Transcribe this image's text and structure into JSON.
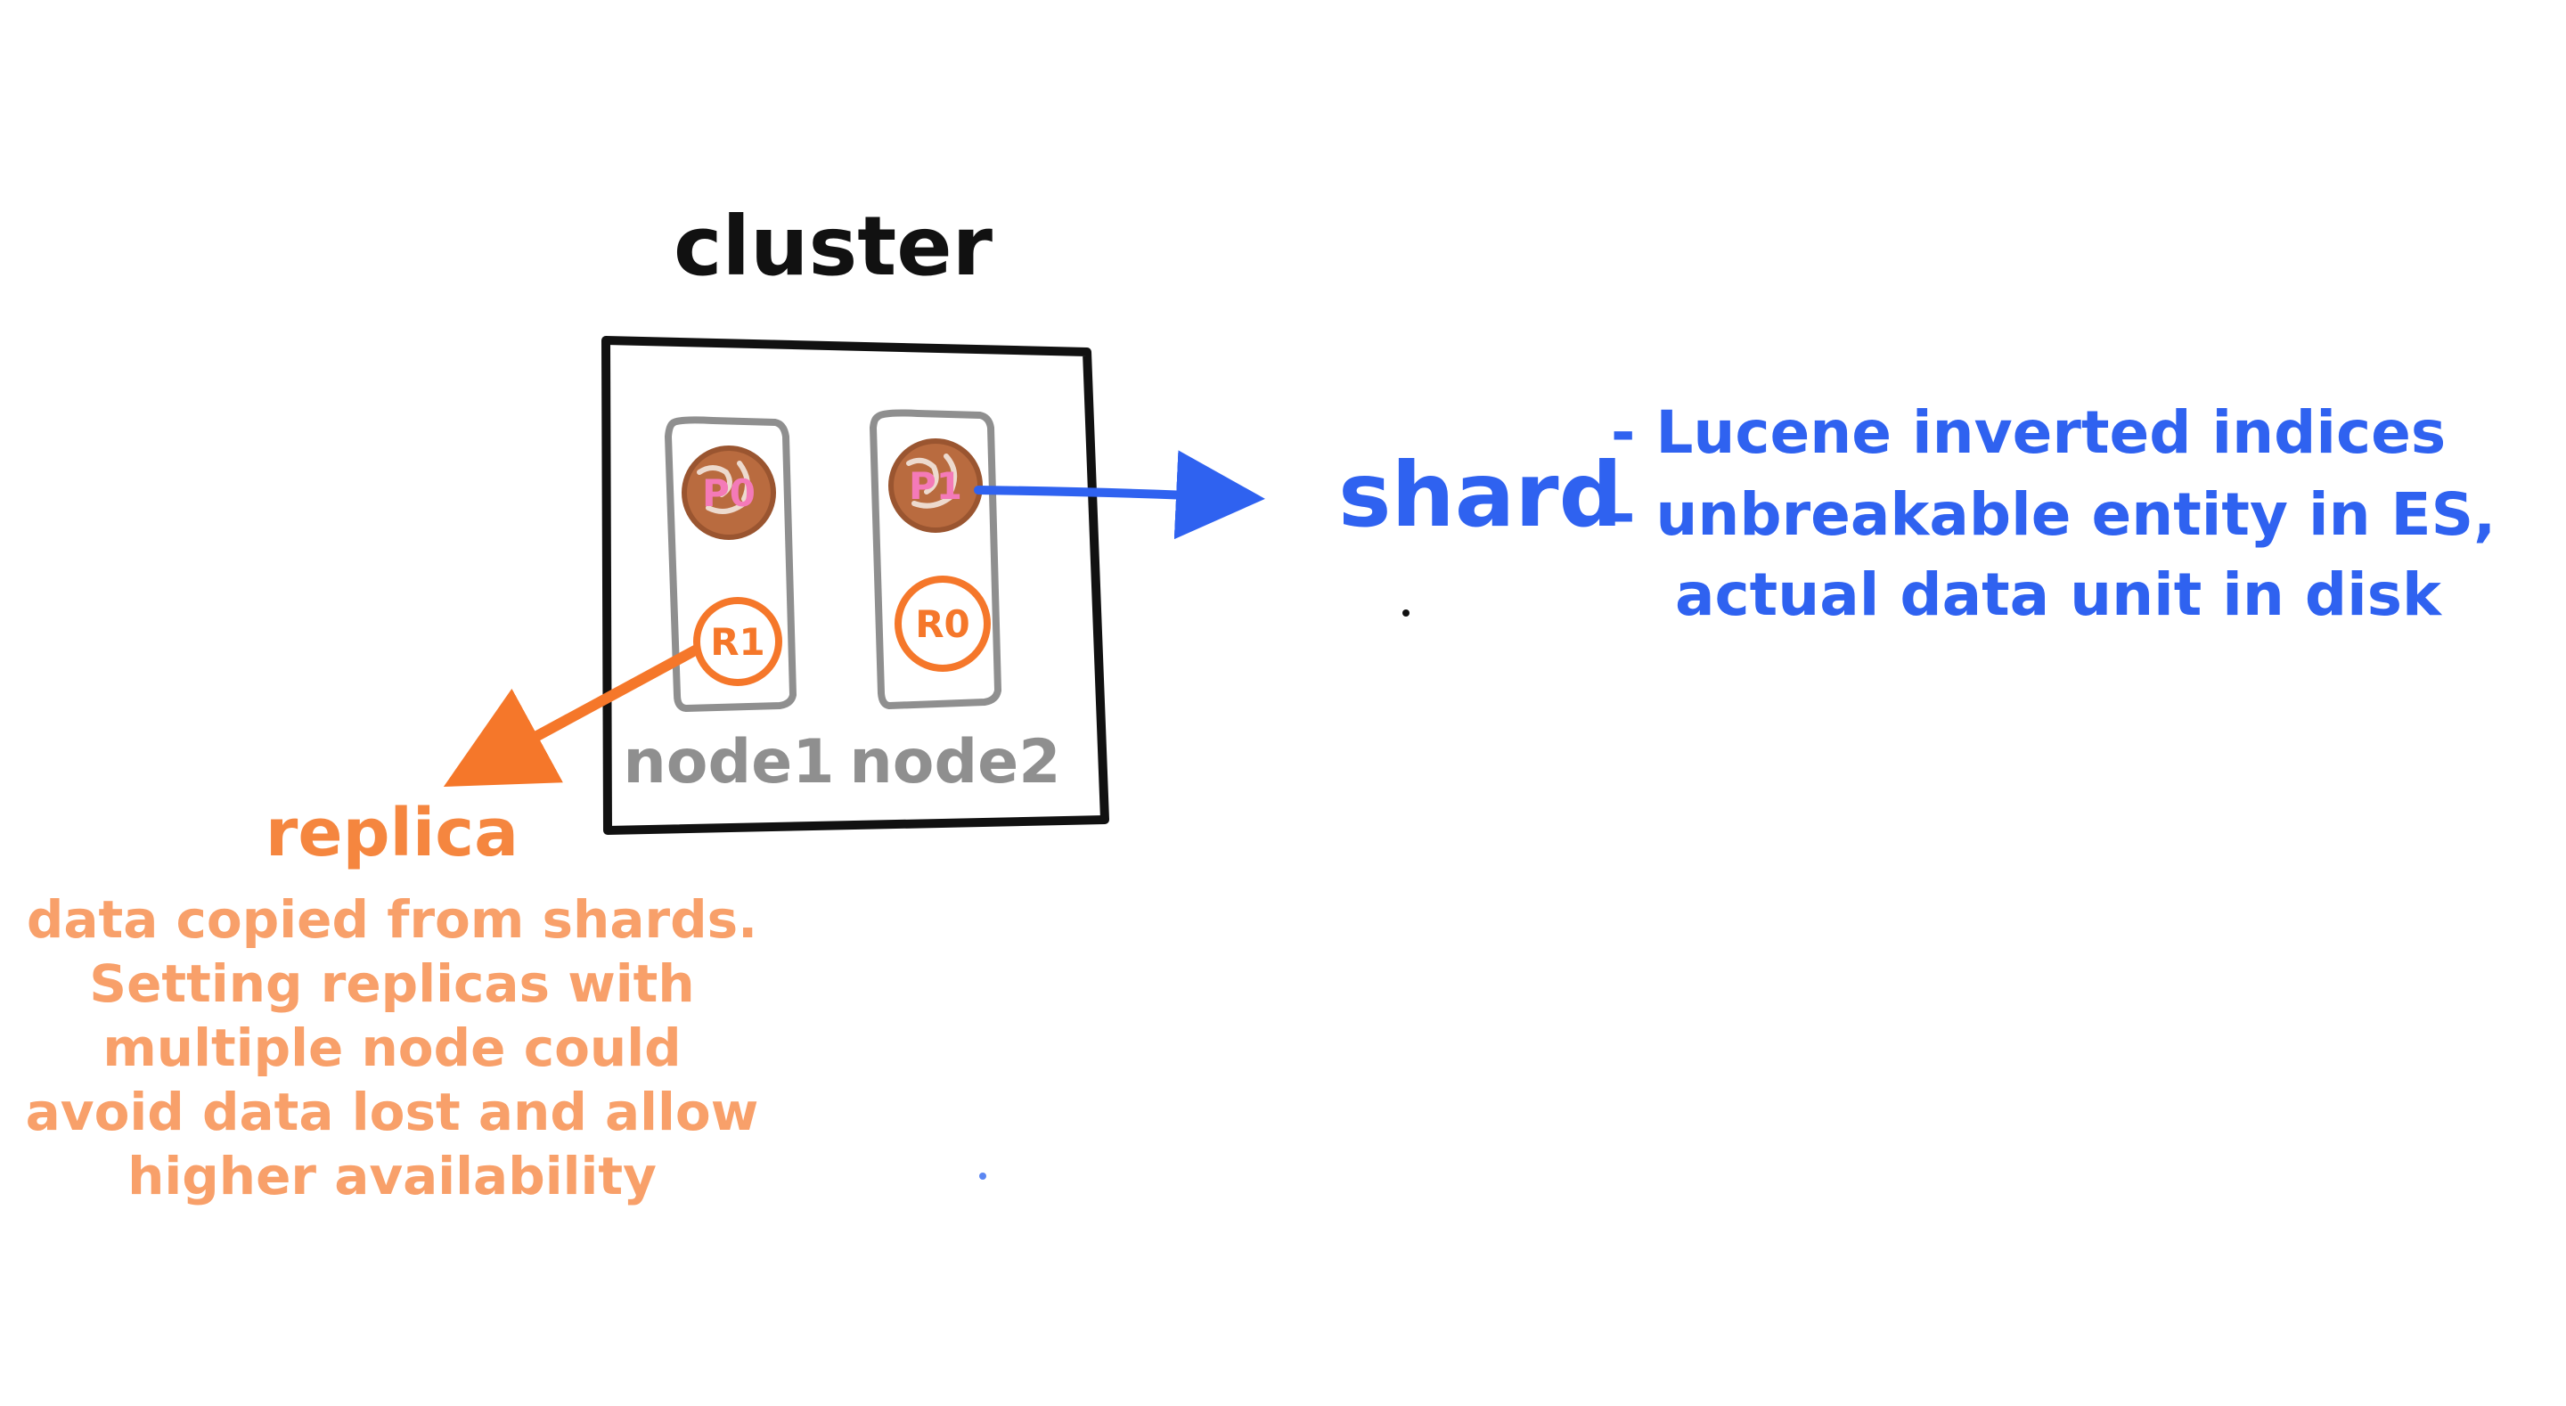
{
  "title": "cluster",
  "nodes": [
    {
      "label": "node1",
      "primary_shard": "P0",
      "replica_shard": "R1"
    },
    {
      "label": "node2",
      "primary_shard": "P1",
      "replica_shard": "R0"
    }
  ],
  "shard": {
    "title": "shard",
    "bullets": [
      "- Lucene inverted indices",
      "- unbreakable entity in ES,",
      "actual data unit in disk"
    ]
  },
  "replica": {
    "title": "replica",
    "description_lines": [
      "data copied from shards.",
      "Setting replicas with",
      "multiple node could",
      "avoid data lost and allow",
      "higher availability"
    ]
  },
  "colors": {
    "cluster_border": "#111111",
    "node_border": "#8f8f8f",
    "primary_fill": "#b96b3f",
    "primary_text": "#f47ab8",
    "replica_stroke": "#f5772a",
    "shard_blue": "#2f62f0",
    "replica_orange": "#f5863f",
    "replica_desc": "#f8a06a"
  }
}
